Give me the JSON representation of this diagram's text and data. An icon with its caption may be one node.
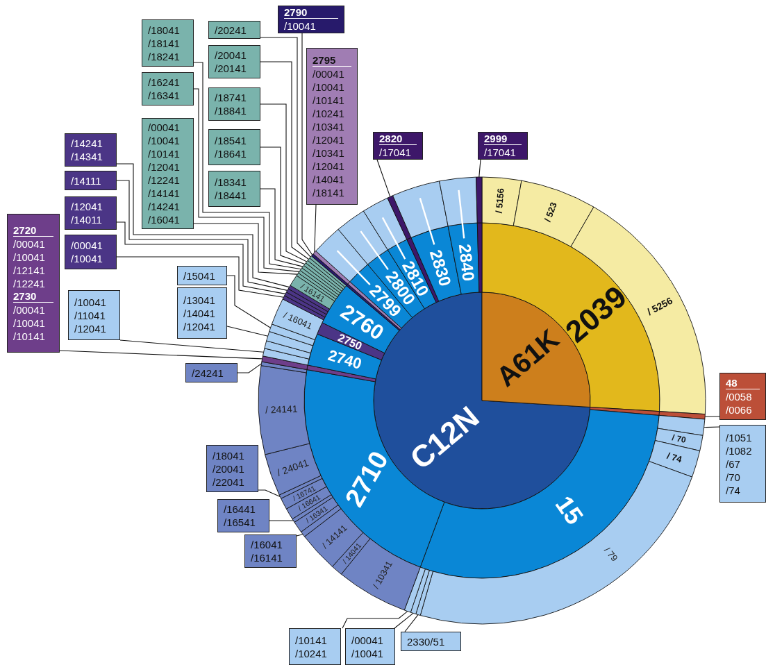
{
  "diagram": {
    "nodes": [
      {
        "text": [
          "C12N"
        ]
      },
      {
        "text": [
          "A61K"
        ]
      },
      {
        "text": [
          "2039"
        ]
      },
      {
        "text": [
          "15"
        ]
      },
      {
        "text": [
          "2710"
        ]
      },
      {
        "text": [
          "2740"
        ]
      },
      {
        "text": [
          "2750"
        ]
      },
      {
        "text": [
          "2760"
        ]
      },
      {
        "text": [
          "2799"
        ]
      },
      {
        "text": [
          "2800"
        ]
      },
      {
        "text": [
          "2810"
        ]
      },
      {
        "text": [
          "2830"
        ]
      },
      {
        "text": [
          "2840"
        ]
      },
      {
        "text": [
          "/ 5156"
        ]
      },
      {
        "text": [
          "/ 523"
        ]
      },
      {
        "text": [
          "/ 5256"
        ]
      },
      {
        "text": [
          "/ 70"
        ]
      },
      {
        "text": [
          "/ 74"
        ]
      },
      {
        "text": [
          "/ 79"
        ]
      },
      {
        "text": [
          "/ 10341"
        ]
      },
      {
        "text": [
          "/ 14041"
        ]
      },
      {
        "text": [
          "/ 14141"
        ]
      },
      {
        "text": [
          "/ 16341"
        ]
      },
      {
        "text": [
          "/ 16641"
        ]
      },
      {
        "text": [
          "/ 16741"
        ]
      },
      {
        "text": [
          "/ 24041"
        ]
      },
      {
        "text": [
          "/ 24141"
        ]
      },
      {
        "text": [
          "/ 16041"
        ]
      },
      {
        "text": [
          "/ 16141"
        ]
      },
      {
        "text": [
          "2790",
          "/10041"
        ]
      },
      {
        "text": [
          "2795",
          "/00041",
          "/10041",
          "/10141",
          "/10241",
          "/10341",
          "/12041",
          "/10341",
          "/12041",
          "/14041",
          "/18141"
        ]
      },
      {
        "text": [
          "2820",
          "/17041"
        ]
      },
      {
        "text": [
          "2999",
          "/17041"
        ]
      },
      {
        "text": [
          "/20241"
        ]
      },
      {
        "text": [
          "/20041",
          "/20141"
        ]
      },
      {
        "text": [
          "/18741",
          "/18841"
        ]
      },
      {
        "text": [
          "/18541",
          "/18641"
        ]
      },
      {
        "text": [
          "/18341",
          "/18441"
        ]
      },
      {
        "text": [
          "/18041",
          "/18141",
          "/18241"
        ]
      },
      {
        "text": [
          "/16241",
          "/16341"
        ]
      },
      {
        "text": [
          "/00041",
          "/10041",
          "/10141",
          "/12041",
          "/12241",
          "/14141",
          "/14241",
          "/16041"
        ]
      },
      {
        "text": [
          "/14241",
          "/14341"
        ]
      },
      {
        "text": [
          "/14111"
        ]
      },
      {
        "text": [
          "/12041",
          "/14011"
        ]
      },
      {
        "text": [
          "/00041",
          "/10041"
        ]
      },
      {
        "text": [
          "2720",
          "/00041",
          "/10041",
          "/12141",
          "/12241",
          "2730",
          "/00041",
          "/10041",
          "/10141"
        ]
      },
      {
        "text": [
          "/15041"
        ]
      },
      {
        "text": [
          "/13041",
          "/14041",
          "/12041"
        ]
      },
      {
        "text": [
          "/10041",
          "/11041",
          "/12041"
        ]
      },
      {
        "text": [
          "/24241"
        ]
      },
      {
        "text": [
          "/18041",
          "/20041",
          "/22041"
        ]
      },
      {
        "text": [
          "/16441",
          "/16541"
        ]
      },
      {
        "text": [
          "/16041",
          "/16141"
        ]
      },
      {
        "text": [
          "/10141",
          "/10241"
        ]
      },
      {
        "text": [
          "/00041",
          "/10041"
        ]
      },
      {
        "text": [
          "2330/51"
        ]
      },
      {
        "text": [
          "48",
          "/0058",
          "/0066"
        ]
      },
      {
        "text": [
          "/1051",
          "/1082",
          "/67",
          "/70",
          "/74"
        ]
      },
      {
        "text": [],
        "shape": "wedge"
      },
      {
        "text": [],
        "shape": "wedge"
      },
      {
        "text": [],
        "shape": "wedge"
      },
      {
        "text": [],
        "shape": "wedge"
      },
      {
        "text": [],
        "shape": "wedge"
      },
      {
        "text": [],
        "shape": "wedge"
      },
      {
        "text": [],
        "shape": "wedge"
      },
      {
        "text": [],
        "shape": "wedge"
      },
      {
        "text": [],
        "shape": "wedge"
      },
      {
        "text": [],
        "shape": "wedge"
      },
      {
        "text": [],
        "shape": "wedge"
      },
      {
        "text": [],
        "shape": "wedge"
      },
      {
        "text": [],
        "shape": "wedge"
      },
      {
        "text": [],
        "shape": "wedge"
      },
      {
        "text": [],
        "shape": "wedge"
      },
      {
        "text": [],
        "shape": "wedge"
      },
      {
        "text": [],
        "shape": "wedge"
      },
      {
        "text": [],
        "shape": "wedge"
      },
      {
        "text": [],
        "shape": "wedge"
      },
      {
        "text": [],
        "shape": "wedge"
      },
      {
        "text": [],
        "shape": "wedge"
      },
      {
        "text": [],
        "shape": "wedge"
      },
      {
        "text": [],
        "shape": "wedge"
      },
      {
        "text": [],
        "shape": "wedge"
      },
      {
        "text": [],
        "shape": "wedge"
      },
      {
        "text": [],
        "shape": "wedge"
      },
      {
        "text": [],
        "shape": "wedge"
      },
      {
        "text": [],
        "shape": "wedge"
      },
      {
        "text": [],
        "shape": "wedge"
      },
      {
        "text": [],
        "shape": "wedge"
      },
      {
        "text": [],
        "shape": "wedge"
      },
      {
        "text": [],
        "shape": "wedge"
      },
      {
        "text": [],
        "shape": "wedge"
      },
      {
        "text": [],
        "shape": "wedge"
      },
      {
        "text": [],
        "shape": "wedge"
      },
      {
        "text": [],
        "shape": "wedge"
      },
      {
        "text": [],
        "shape": "wedge"
      },
      {
        "text": [],
        "shape": "wedge"
      },
      {
        "text": [],
        "shape": "wedge"
      },
      {
        "text": [],
        "shape": "wedge"
      },
      {
        "text": [],
        "shape": "wedge"
      }
    ],
    "edges": [
      {
        "from": 29,
        "to": 90,
        "arrow": "none"
      },
      {
        "from": 30,
        "to": 91,
        "arrow": "none"
      },
      {
        "from": 31,
        "to": 95,
        "arrow": "none"
      },
      {
        "from": 32,
        "to": 98,
        "arrow": "none"
      },
      {
        "from": 33,
        "to": 89,
        "arrow": "none"
      },
      {
        "from": 34,
        "to": 88,
        "arrow": "none"
      },
      {
        "from": 35,
        "to": 87,
        "arrow": "none"
      },
      {
        "from": 36,
        "to": 86,
        "arrow": "none"
      },
      {
        "from": 37,
        "to": 85,
        "arrow": "none"
      },
      {
        "from": 38,
        "to": 84,
        "arrow": "none"
      },
      {
        "from": 39,
        "to": 83,
        "arrow": "none"
      },
      {
        "from": 40,
        "to": 82,
        "arrow": "none"
      },
      {
        "from": 41,
        "to": 81,
        "arrow": "none"
      },
      {
        "from": 42,
        "to": 80,
        "arrow": "none"
      },
      {
        "from": 43,
        "to": 79,
        "arrow": "none"
      },
      {
        "from": 44,
        "to": 78,
        "arrow": "none"
      },
      {
        "from": 45,
        "to": 73,
        "arrow": "none"
      },
      {
        "from": 46,
        "to": 77,
        "arrow": "none"
      },
      {
        "from": 47,
        "to": 76,
        "arrow": "none"
      },
      {
        "from": 48,
        "to": 74,
        "arrow": "none"
      },
      {
        "from": 49,
        "to": 72,
        "arrow": "none"
      },
      {
        "from": 50,
        "to": 71,
        "arrow": "none"
      },
      {
        "from": 51,
        "to": 70,
        "arrow": "none"
      },
      {
        "from": 52,
        "to": 69,
        "arrow": "none"
      },
      {
        "from": 53,
        "to": 68,
        "arrow": "none"
      },
      {
        "from": 54,
        "to": 67,
        "arrow": "none"
      },
      {
        "from": 55,
        "to": 66,
        "arrow": "none"
      },
      {
        "from": 56,
        "to": 64,
        "arrow": "none"
      },
      {
        "from": 57,
        "to": 65,
        "arrow": "none"
      },
      {
        "from": 8,
        "to": 92,
        "arrow": "none",
        "color": "#ffffff"
      },
      {
        "from": 9,
        "to": 93,
        "arrow": "none",
        "color": "#ffffff"
      },
      {
        "from": 10,
        "to": 94,
        "arrow": "none",
        "color": "#ffffff"
      },
      {
        "from": 11,
        "to": 96,
        "arrow": "none",
        "color": "#ffffff"
      },
      {
        "from": 12,
        "to": 97,
        "arrow": "none",
        "color": "#ffffff"
      }
    ]
  }
}
